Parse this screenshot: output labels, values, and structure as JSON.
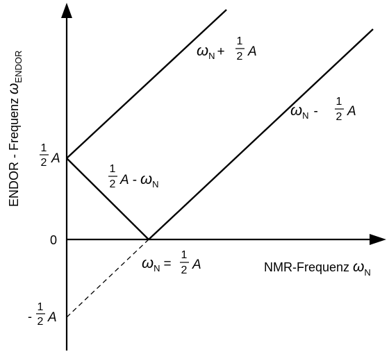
{
  "axes": {
    "y_label_main": "ENDOR - Frequenz ",
    "y_label_symbol": "ω",
    "y_label_sub": "ENDOR",
    "x_label_main": "NMR-Frequenz ",
    "x_label_symbol": "ω",
    "x_label_sub": "N"
  },
  "ticks": {
    "y_half_A": {
      "num": "1",
      "den": "2",
      "var": "A"
    },
    "y_zero": "0",
    "y_minus_half_A": {
      "sign": "-",
      "num": "1",
      "den": "2",
      "var": "A"
    }
  },
  "annotations": {
    "upper_line": {
      "omega": "ω",
      "sub": "N",
      "op": "+",
      "num": "1",
      "den": "2",
      "var": "A"
    },
    "lower_line": {
      "omega": "ω",
      "sub": "N",
      "op": "-",
      "num": "1",
      "den": "2",
      "var": "A"
    },
    "v_line": {
      "num": "1",
      "den": "2",
      "var": "A",
      "op": "-",
      "omega": "ω",
      "sub": "N"
    },
    "crossing": {
      "omega": "ω",
      "sub": "N",
      "op": "=",
      "num": "1",
      "den": "2",
      "var": "A"
    }
  }
}
